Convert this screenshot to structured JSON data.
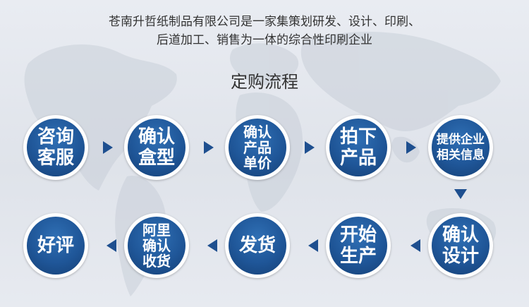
{
  "intro": {
    "line1": "苍南升哲纸制品有限公司是一家集策划研发、设计、印刷、",
    "line2": "后道加工、销售为一体的综合性印刷企业"
  },
  "section_title": "定购流程",
  "steps": [
    {
      "label": "咨询\n客服"
    },
    {
      "label": "确认\n盒型"
    },
    {
      "label": "确认\n产品\n单价"
    },
    {
      "label": "拍下\n产品"
    },
    {
      "label": "提供企业\n相关信息"
    },
    {
      "label": "确认\n设计"
    },
    {
      "label": "开始\n生产"
    },
    {
      "label": "发货"
    },
    {
      "label": "阿里\n确认\n收货"
    },
    {
      "label": "好评"
    }
  ],
  "colors": {
    "circle": "#1f5698",
    "arrow": "#1e4f8f",
    "ring": "#ffffff",
    "text": "#333333"
  }
}
